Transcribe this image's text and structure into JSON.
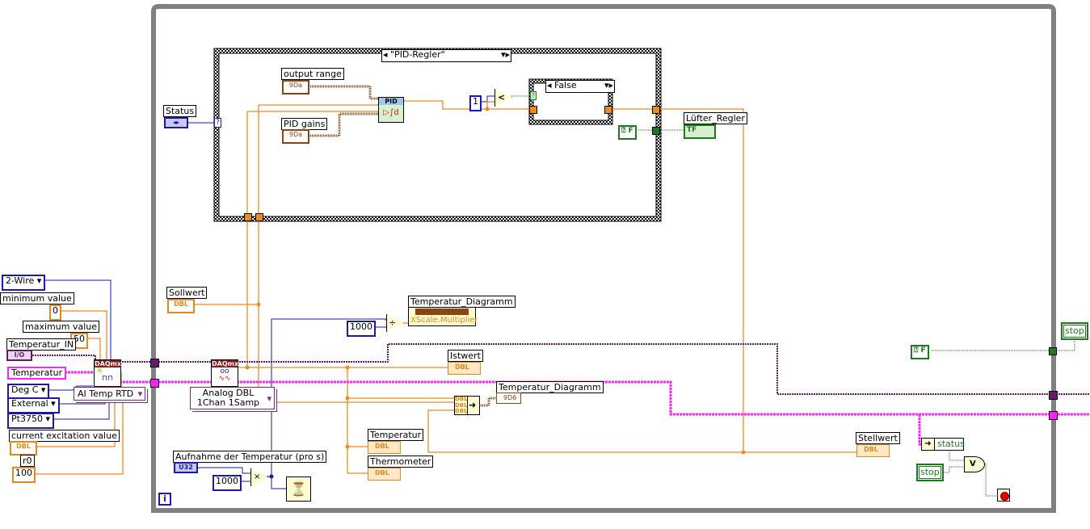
{
  "diagram": {
    "type": "LabVIEW block diagram",
    "while_loop": {
      "iteration_terminal": "i"
    },
    "case_structure_pid": {
      "selector": "\"PID-Regler\"",
      "selector_input": "Status"
    },
    "case_structure_inner": {
      "selector": "False"
    },
    "left_controls": {
      "wire_mode": "2-Wire",
      "min_label": "minimum value",
      "min_value": "0",
      "max_label": "maximum value",
      "max_value": "50",
      "io_label": "Temperatur_IN",
      "io_type": "I/O",
      "channel_name": "Temperatur",
      "units": "Deg C",
      "excitation_source": "External",
      "rtd_type": "Pt3750",
      "excitation_label": "current excitation value",
      "excitation_type": "DBL",
      "r0_label": "r0",
      "r0_value": "100"
    },
    "daqmx_create": {
      "header": "DAQmx",
      "polymorphic": "AI Temp RTD"
    },
    "daqmx_read": {
      "header": "DAQmx",
      "polymorphic_line1": "Analog DBL",
      "polymorphic_line2": "1Chan 1Samp"
    },
    "pid": {
      "output_range_label": "output range",
      "pid_gains_label": "PID gains",
      "cluster_type": "9Da",
      "vi_title": "PID",
      "status_label": "Status",
      "compare_constant": "1",
      "compare_op": "<",
      "case_terminal": "?"
    },
    "fan": {
      "constant": "F",
      "indicator_label": "Lüfter_Regler",
      "indicator_type": "TF"
    },
    "sollwert": {
      "label": "Sollwert",
      "type": "DBL"
    },
    "property_node": {
      "label": "Temperatur_Diagramm",
      "property": "XScale.Multiplier"
    },
    "divide_constant": "1000",
    "istwert": {
      "label": "Istwert",
      "type": "DBL"
    },
    "bundle": {
      "inputs": [
        "DBL",
        "DBL",
        "DBL"
      ]
    },
    "chart": {
      "label": "Temperatur_Diagramm",
      "type": "9D6"
    },
    "temperatur_ind": {
      "label": "Temperatur",
      "type": "DBL"
    },
    "thermometer_ind": {
      "label": "Thermometer",
      "type": "DBL"
    },
    "timing": {
      "label": "Aufnahme der Temperatur (pro s)",
      "type": "U32",
      "multiply_constant": "1000",
      "op": "×"
    },
    "stellwert": {
      "label": "Stellwert",
      "type": "DBL"
    },
    "stop_section": {
      "false_constant": "F",
      "stop_outer": "stop",
      "unbundle_field": "status",
      "stop_button": "stop",
      "or_op": "V"
    }
  },
  "colors": {
    "loop_border": "#808080",
    "dbl_wire": "#f08a1e",
    "int_wire": "#1a1aa8",
    "bool_wire": "#1e7a1e",
    "task_wire": "#6a1a6a",
    "error_wire": "#ff20ff",
    "cluster_wire": "#8b4513"
  }
}
